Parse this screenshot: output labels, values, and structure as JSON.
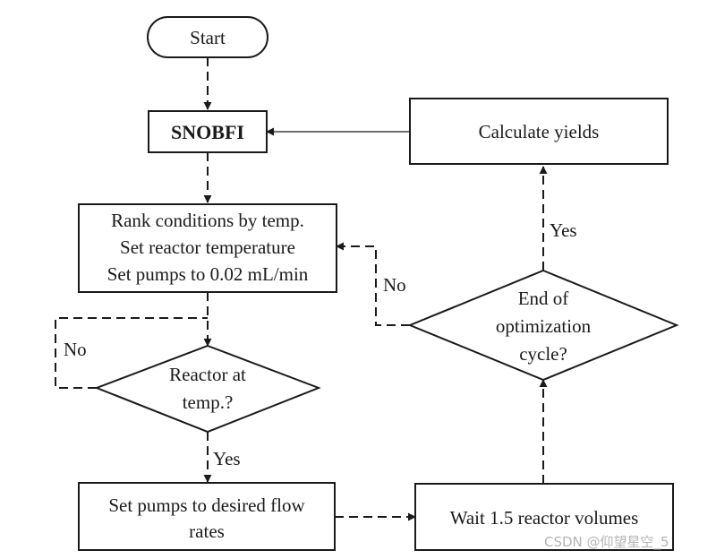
{
  "nodes": {
    "start": "Start",
    "snobfi": "SNOBFI",
    "rank": {
      "line1": "Rank conditions by temp.",
      "line2": "Set reactor temperature",
      "line3": "Set pumps to 0.02 mL/min"
    },
    "reactor_decision": {
      "line1": "Reactor at",
      "line2": "temp.?"
    },
    "set_pumps": {
      "line1": "Set pumps to desired flow",
      "line2": "rates"
    },
    "wait": "Wait 1.5 reactor volumes",
    "end_decision": {
      "line1": "End of",
      "line2": "optimization",
      "line3": "cycle?"
    },
    "calculate": "Calculate yields"
  },
  "edge_labels": {
    "reactor_no": "No",
    "reactor_yes": "Yes",
    "end_no": "No",
    "end_yes": "Yes"
  },
  "watermark": "CSDN @仰望星空_5"
}
